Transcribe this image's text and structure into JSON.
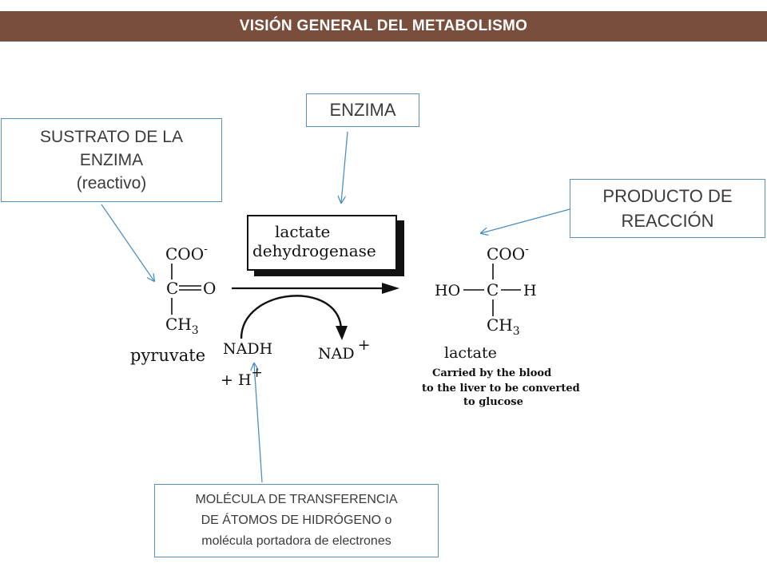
{
  "header": {
    "title": "VISIÓN GENERAL DEL METABOLISMO"
  },
  "callouts": {
    "enzyme": "ENZIMA",
    "substrate": [
      "SUSTRATO DE LA",
      "ENZIMA",
      "(reactivo)"
    ],
    "product": [
      "PRODUCTO DE",
      "REACCIÓN"
    ],
    "carrier": [
      "MOLÉCULA DE TRANSFERENCIA",
      "DE ÁTOMOS DE HIDRÓGENO o",
      "molécula portadora de electrones"
    ]
  },
  "reaction": {
    "enzyme_label": [
      "lactate",
      "dehydrogenase"
    ],
    "substrate": {
      "name": "pyruvate",
      "top": "COO",
      "top_charge": "-",
      "middle": "C",
      "double_bond": "O",
      "bottom": "CH",
      "bottom_sub": "3"
    },
    "product": {
      "name": "lactate",
      "top": "COO",
      "top_charge": "-",
      "left": "HO",
      "middle": "C",
      "right": "H",
      "bottom": "CH",
      "bottom_sub": "3"
    },
    "cofactor_in": {
      "name": "NADH",
      "proton": "+ H",
      "proton_charge": "+"
    },
    "cofactor_out": {
      "name": "NAD",
      "charge": "+"
    },
    "note": [
      "Carried by the blood",
      "to the liver to be converted",
      "to glucose"
    ]
  },
  "colors": {
    "header_bg": "#7a4e3c",
    "callout_border": "#5b8fb9",
    "pointer": "#4a90c8"
  }
}
